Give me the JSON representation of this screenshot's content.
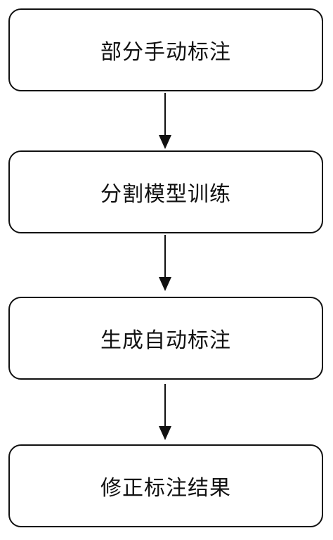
{
  "flowchart": {
    "steps": [
      {
        "label": "部分手动标注"
      },
      {
        "label": "分割模型训练"
      },
      {
        "label": "生成自动标注"
      },
      {
        "label": "修正标注结果"
      }
    ],
    "colors": {
      "stroke": "#111111",
      "background": "#ffffff"
    }
  }
}
